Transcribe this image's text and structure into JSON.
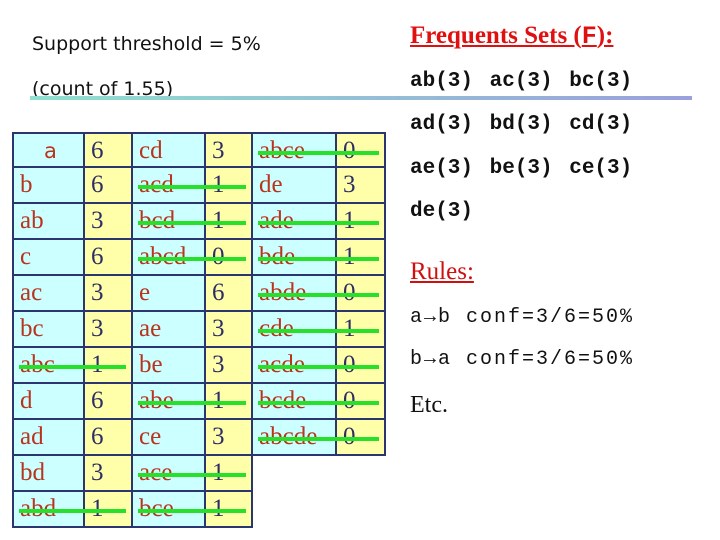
{
  "left_header": {
    "support": "Support threshold = 5%",
    "count": "(count of 1.55)"
  },
  "table": {
    "columns": [
      [
        {
          "set": "a",
          "count": "6",
          "struck": false
        },
        {
          "set": "b",
          "count": "6",
          "struck": false
        },
        {
          "set": "ab",
          "count": "3",
          "struck": false
        },
        {
          "set": "c",
          "count": "6",
          "struck": false
        },
        {
          "set": "ac",
          "count": "3",
          "struck": false
        },
        {
          "set": "bc",
          "count": "3",
          "struck": false
        },
        {
          "set": "abc",
          "count": "1",
          "struck": true
        },
        {
          "set": "d",
          "count": "6",
          "struck": false
        },
        {
          "set": "ad",
          "count": "6",
          "struck": false
        },
        {
          "set": "bd",
          "count": "3",
          "struck": false
        },
        {
          "set": "abd",
          "count": "1",
          "struck": true
        }
      ],
      [
        {
          "set": "cd",
          "count": "3",
          "struck": false
        },
        {
          "set": "acd",
          "count": "1",
          "struck": true
        },
        {
          "set": "bcd",
          "count": "1",
          "struck": true
        },
        {
          "set": "abcd",
          "count": "0",
          "struck": true
        },
        {
          "set": "e",
          "count": "6",
          "struck": false
        },
        {
          "set": "ae",
          "count": "3",
          "struck": false
        },
        {
          "set": "be",
          "count": "3",
          "struck": false
        },
        {
          "set": "abe",
          "count": "1",
          "struck": true
        },
        {
          "set": "ce",
          "count": "3",
          "struck": false
        },
        {
          "set": "ace",
          "count": "1",
          "struck": true
        },
        {
          "set": "bce",
          "count": "1",
          "struck": true
        }
      ],
      [
        {
          "set": "abce",
          "count": "0",
          "struck": true
        },
        {
          "set": "de",
          "count": "3",
          "struck": false
        },
        {
          "set": "ade",
          "count": "1",
          "struck": true
        },
        {
          "set": "bde",
          "count": "1",
          "struck": true
        },
        {
          "set": "abde",
          "count": "0",
          "struck": true
        },
        {
          "set": "cde",
          "count": "1",
          "struck": true
        },
        {
          "set": "acde",
          "count": "0",
          "struck": true
        },
        {
          "set": "bcde",
          "count": "0",
          "struck": true
        },
        {
          "set": "abcde",
          "count": "0",
          "struck": true
        }
      ]
    ],
    "colors": {
      "set_bg": "#ccffff",
      "count_bg": "#ffffaa",
      "strike": "#27e02a"
    }
  },
  "frequent_sets": {
    "title_prefix": "Frequents Sets (",
    "title_symbol": "F",
    "title_suffix": "):",
    "rows": [
      "ab(3) ac(3) bc(3)",
      "ad(3) bd(3) cd(3)",
      "ae(3) be(3) ce(3)",
      "de(3)"
    ]
  },
  "rules": {
    "title": "Rules:",
    "items": [
      "a→b conf=3/6=50%",
      "b→a conf=3/6=50%"
    ],
    "etc": "Etc."
  }
}
